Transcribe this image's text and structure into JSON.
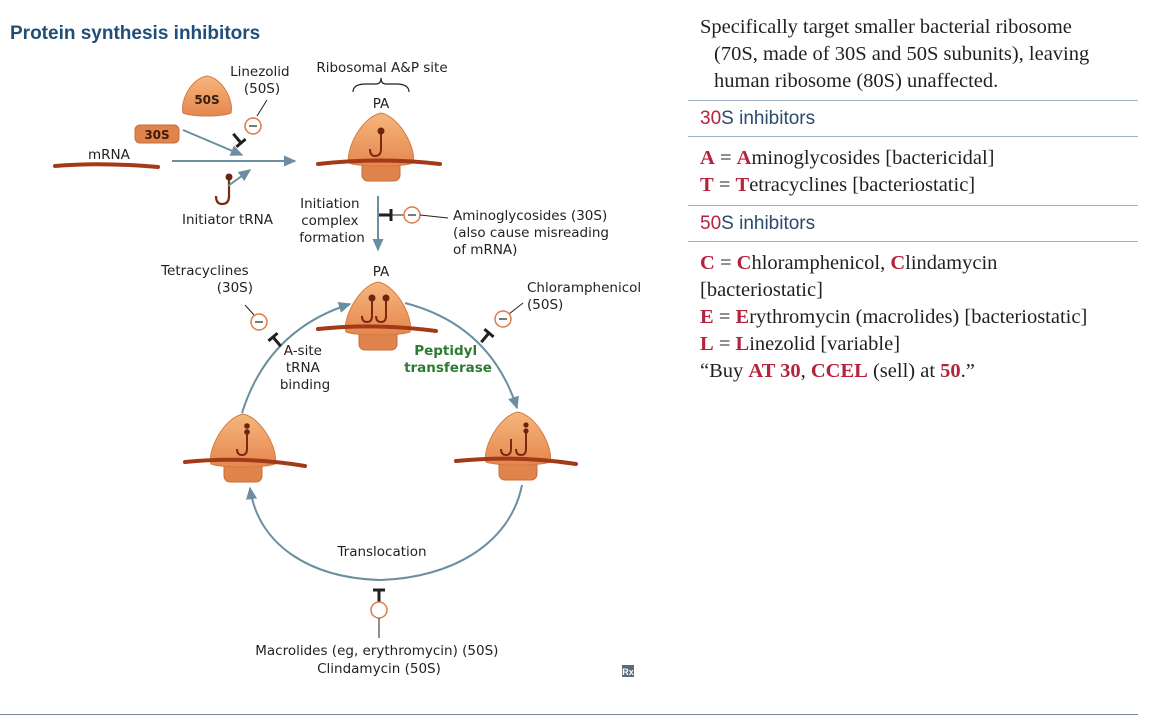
{
  "title": "Protein synthesis inhibitors",
  "diagram": {
    "subunit_50s": "50S",
    "subunit_30s": "30S",
    "mrna": "mRNA",
    "initiator_trna": "Initiator tRNA",
    "linezolid": [
      "Linezolid",
      "(50S)"
    ],
    "ribosomal_site": "Ribosomal A&P site",
    "pa_top": "PA",
    "pa_mid": "PA",
    "initiation": [
      "Initiation",
      "complex",
      "formation"
    ],
    "aminoglycosides": [
      "Aminoglycosides (30S)",
      "(also cause misreading",
      "of mRNA)"
    ],
    "tetracyclines": [
      "Tetracyclines",
      "(30S)"
    ],
    "chloramphenicol": [
      "Chloramphenicol",
      "(50S)"
    ],
    "asite": [
      "A-site",
      "tRNA",
      "binding"
    ],
    "peptidyl": [
      "Peptidyl",
      "transferase"
    ],
    "translocation": "Translocation",
    "macrolides": [
      "Macrolides  (eg, erythromycin) (50S)",
      "Clindamycin (50S)"
    ],
    "rx_icon": "Rx"
  },
  "right": {
    "intro": [
      "Specifically target smaller bacterial ribosome",
      "(70S, made of 30S and 50S subunits), leaving",
      "human ribosome (80S) unaffected."
    ],
    "section30": {
      "num": "30",
      "rest": "S inhibitors"
    },
    "aminoglycosides": {
      "letter": "A",
      "eq": " = ",
      "cap": "A",
      "rest": "minoglycosides [bactericidal]"
    },
    "tetracyclines": {
      "letter": "T",
      "eq": " = ",
      "cap": "T",
      "rest": "etracyclines [bacteriostatic]"
    },
    "section50": {
      "num": "50",
      "rest": "S inhibitors"
    },
    "chloramphenicol": {
      "letter": "C",
      "eq": " = ",
      "cap1": "C",
      "mid": "hloramphenicol, ",
      "cap2": "C",
      "rest": "lindamycin",
      "line2": "[bacteriostatic]"
    },
    "erythromycin": {
      "letter": "E",
      "eq": " = ",
      "cap": "E",
      "rest": "rythromycin (macrolides) [bacteriostatic]"
    },
    "linezolid": {
      "letter": "L",
      "eq": " = ",
      "cap": "L",
      "rest": "inezolid [variable]"
    },
    "mnemonic": {
      "p1": "“Buy ",
      "at30": "AT 30",
      "p2": ", ",
      "ccel": "CCEL",
      "p3": " (sell) at ",
      "fifty": "50",
      "p4": ".”"
    }
  },
  "colors": {
    "heading": "#1f4e79",
    "accent_red": "#b5223c",
    "ribosome": "#e8915a",
    "mrna": "#a33a17",
    "arrow": "#6b8fa0",
    "green": "#2f7a32"
  }
}
